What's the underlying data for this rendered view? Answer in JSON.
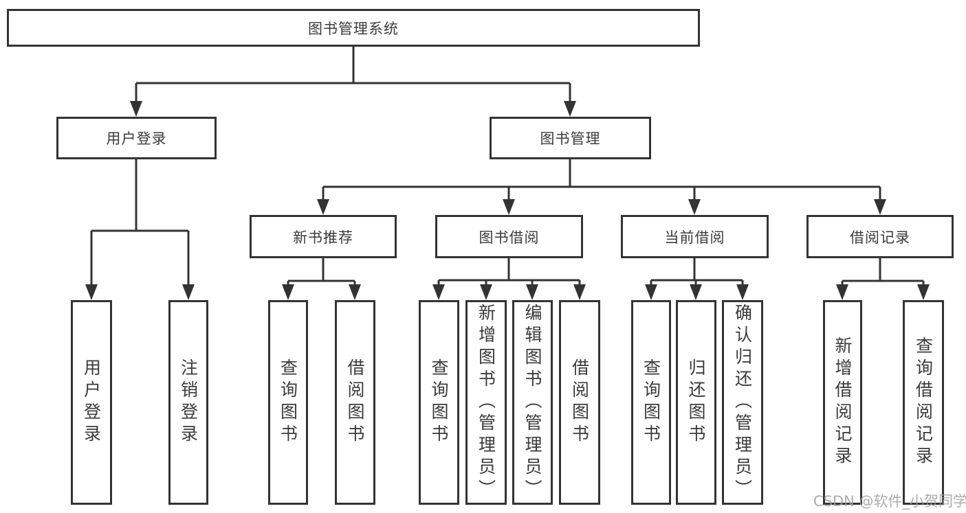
{
  "diagram_title": "图书管理系统",
  "watermark": "CSDN @软件_小贺同学",
  "colors": {
    "line": "#333333",
    "box_border": "#333333",
    "text": "#3a3a3a",
    "watermark": "#9e9e9e",
    "background": "#ffffff"
  },
  "tree": {
    "label": "图书管理系统",
    "children": [
      {
        "label": "用户登录",
        "children": [
          {
            "label": "用户登录"
          },
          {
            "label": "注销登录"
          }
        ]
      },
      {
        "label": "图书管理",
        "children": [
          {
            "label": "新书推荐",
            "children": [
              {
                "label": "查询图书"
              },
              {
                "label": "借阅图书"
              }
            ]
          },
          {
            "label": "图书借阅",
            "children": [
              {
                "label": "查询图书"
              },
              {
                "label": "新增图书（管理员）"
              },
              {
                "label": "编辑图书（管理员）"
              },
              {
                "label": "借阅图书"
              }
            ]
          },
          {
            "label": "当前借阅",
            "children": [
              {
                "label": "查询图书"
              },
              {
                "label": "归还图书"
              },
              {
                "label": "确认归还（管理员）"
              }
            ]
          },
          {
            "label": "借阅记录",
            "children": [
              {
                "label": "新增借阅记录"
              },
              {
                "label": "查询借阅记录"
              }
            ]
          }
        ]
      }
    ]
  }
}
